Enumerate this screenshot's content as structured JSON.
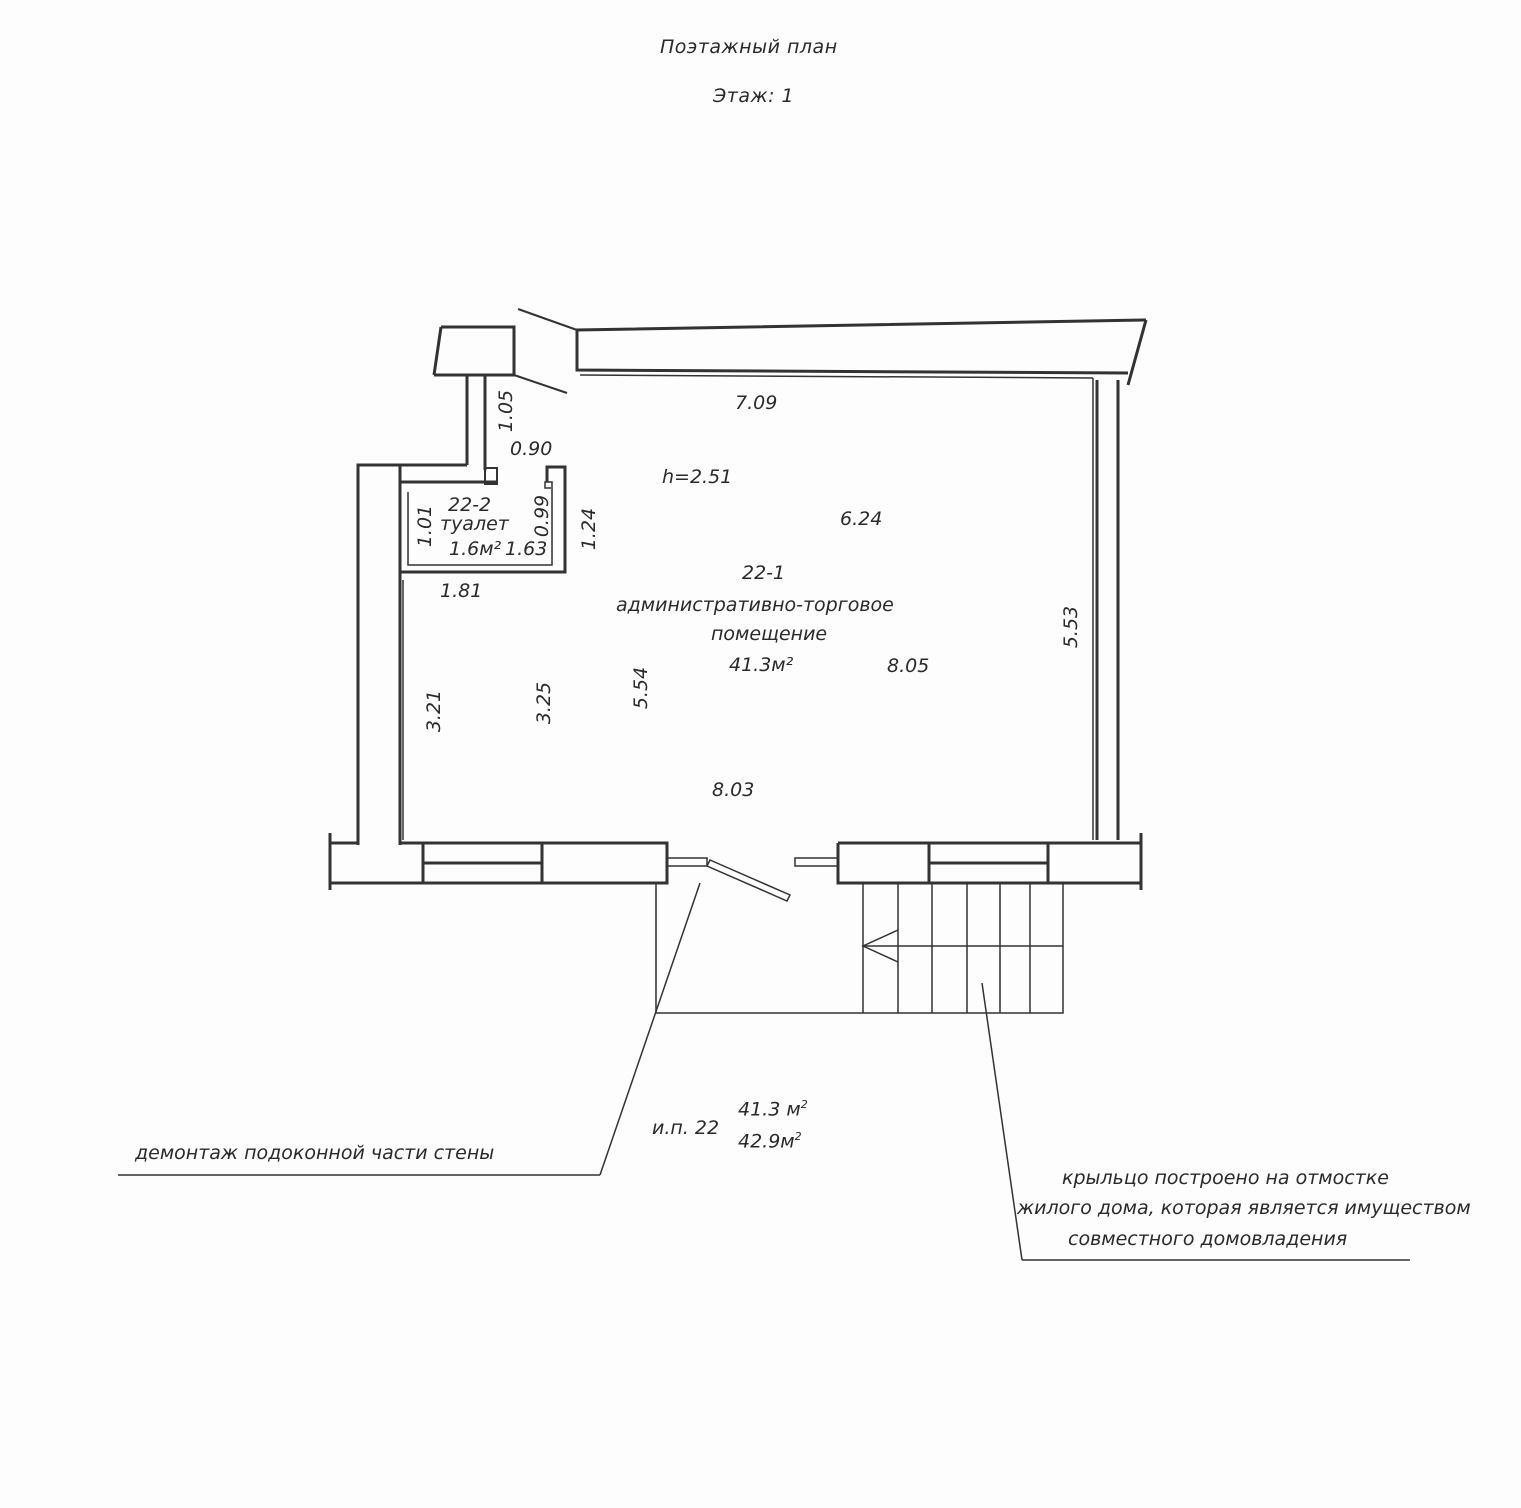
{
  "header": {
    "title": "Поэтажный план",
    "floor": "Этаж: 1"
  },
  "rooms": [
    {
      "id": "22-1",
      "name_line1": "административно-торговое",
      "name_line2": "помещение",
      "area": "41.3м²",
      "height": "h=2.51"
    },
    {
      "id": "22-2",
      "name": "туалет",
      "area": "1.6м²"
    }
  ],
  "dimensions": {
    "top_wall": "7.09",
    "vestibule_depth": "1.05",
    "toilet_door": "0.90",
    "toilet_left": "1.01",
    "toilet_right_inner": "0.99",
    "toilet_right_outer": "1.24",
    "toilet_width": "1.63",
    "below_toilet": "1.81",
    "upper_width": "6.24",
    "middle_width": "8.05",
    "bottom_width": "8.03",
    "left_lower": "3.21",
    "left_mid": "3.25",
    "center_height": "5.54",
    "right_height": "5.53"
  },
  "summary": {
    "unit": "и.п. 22",
    "area_main": "41.3 м",
    "area_total": "42.9м",
    "sup": "2"
  },
  "notes": {
    "demolition": "демонтаж подоконной части стены",
    "porch_line1": "крыльцо построено на отмостке",
    "porch_line2": "жилого дома, которая является имуществом",
    "porch_line3": "совместного домовладения"
  }
}
